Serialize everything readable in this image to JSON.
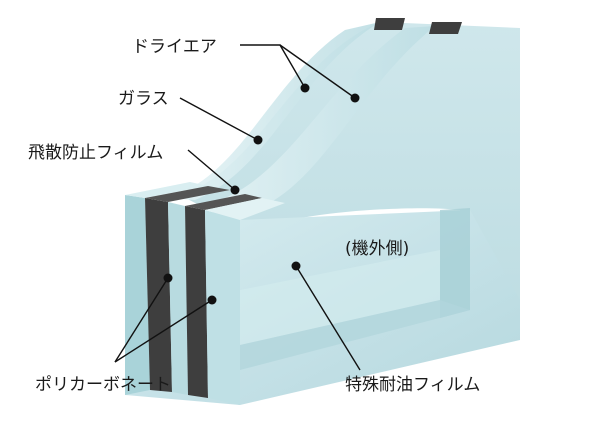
{
  "labels": {
    "dry_air": "ドライエア",
    "glass": "ガラス",
    "shatterproof_film": "飛散防止フィルム",
    "exterior": "(機外側)",
    "polycarbonate": "ポリカーボネート",
    "oil_resistant_film": "特殊耐油フィルム"
  },
  "colors": {
    "glass_face": "#c6e3e8",
    "glass_edge": "#8fc4cc",
    "spacer": "#3e3e3e",
    "leader": "#111111"
  }
}
